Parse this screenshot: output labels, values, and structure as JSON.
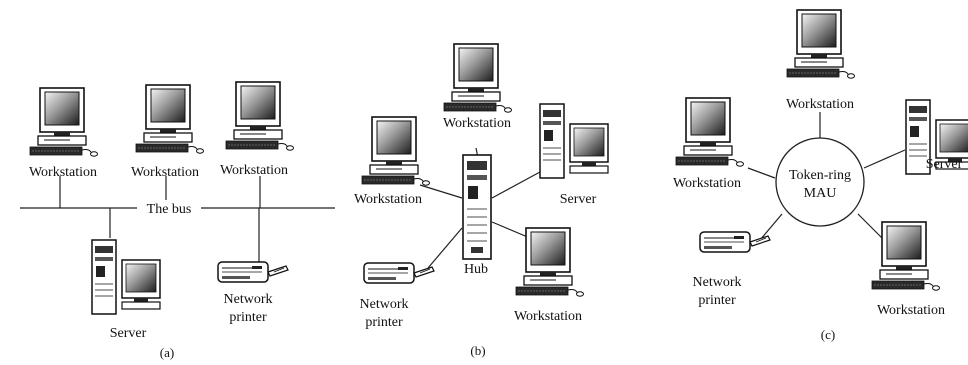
{
  "panel_a": {
    "bus_label": "The bus",
    "workstation_1": "Workstation",
    "workstation_2": "Workstation",
    "workstation_3": "Workstation",
    "server": "Server",
    "printer_line1": "Network",
    "printer_line2": "printer",
    "caption": "(a)"
  },
  "panel_b": {
    "workstation_top": "Workstation",
    "workstation_left": "Workstation",
    "server": "Server",
    "hub": "Hub",
    "printer_line1": "Network",
    "printer_line2": "printer",
    "workstation_bottom": "Workstation",
    "caption": "(b)"
  },
  "panel_c": {
    "workstation_top": "Workstation",
    "workstation_left": "Workstation",
    "server": "Server",
    "mau_line1": "Token-ring",
    "mau_line2": "MAU",
    "printer_line1": "Network",
    "printer_line2": "printer",
    "workstation_bottom": "Workstation",
    "caption": "(c)"
  },
  "icons": [
    "workstation-icon",
    "server-icon",
    "printer-icon",
    "hub-icon"
  ]
}
